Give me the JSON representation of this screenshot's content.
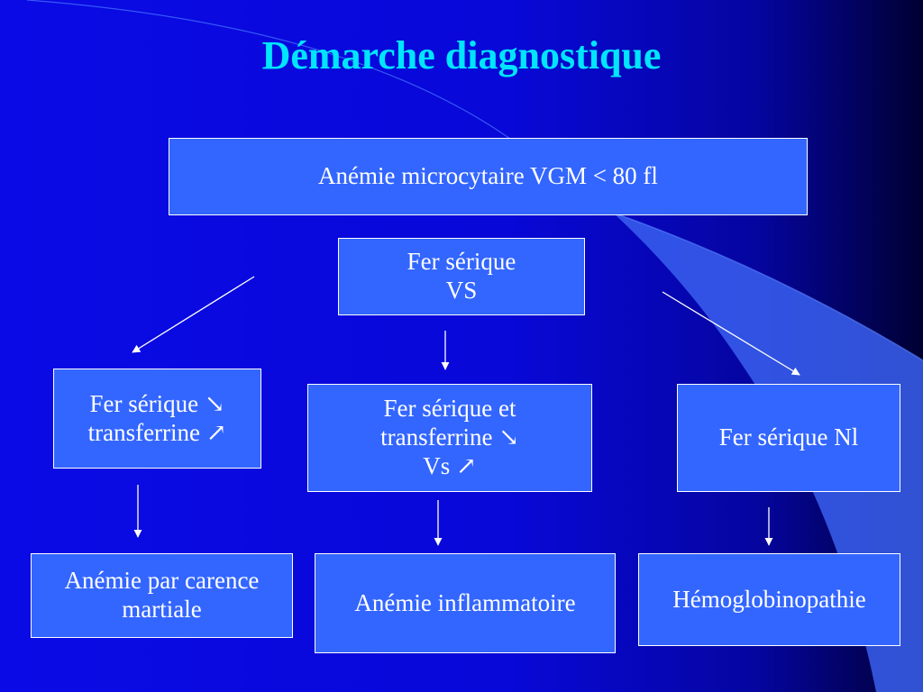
{
  "slide": {
    "title": "Démarche diagnostique",
    "colors": {
      "background": "#0a0ae6",
      "title": "#00e5ff",
      "box_fill": "#3366ff",
      "box_border": "#ffffff",
      "text": "#ffffff",
      "arrow": "#ffffff"
    }
  },
  "diagram": {
    "nodes": {
      "root": {
        "text": "Anémie microcytaire VGM < 80 fl"
      },
      "tests": {
        "line1": "Fer sérique",
        "line2": "VS"
      },
      "left": {
        "line1": "Fer sérique ↘",
        "line2": "transferrine ↗"
      },
      "middle": {
        "line1": "Fer sérique et",
        "line2": "transferrine ↘",
        "line3": "Vs ↗"
      },
      "right": {
        "text": "Fer sérique Nl"
      },
      "result_left": {
        "line1": "Anémie par carence",
        "line2": "martiale"
      },
      "result_middle": {
        "text": "Anémie inflammatoire"
      },
      "result_right": {
        "text": "Hémoglobinopathie"
      }
    },
    "edges": [
      {
        "from": "tests",
        "to": "left"
      },
      {
        "from": "tests",
        "to": "middle"
      },
      {
        "from": "tests",
        "to": "right"
      },
      {
        "from": "left",
        "to": "result_left"
      },
      {
        "from": "middle",
        "to": "result_middle"
      },
      {
        "from": "right",
        "to": "result_right"
      }
    ]
  }
}
